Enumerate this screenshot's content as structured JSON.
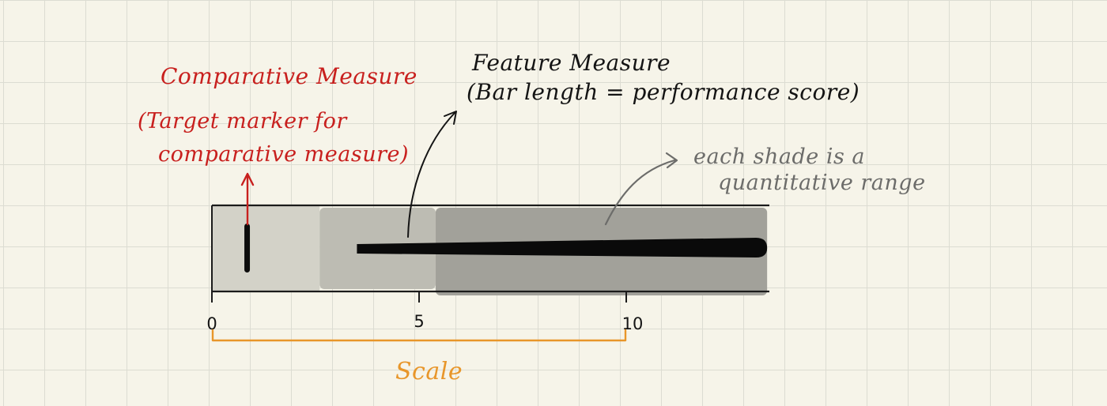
{
  "annotations": {
    "comparative_title": "Comparative Measure",
    "comparative_line1": "(Target marker for",
    "comparative_line2": "comparative measure)",
    "feature_title": "Feature Measure",
    "feature_desc": "(Bar length = performance score)",
    "shade_line1": "each shade is a",
    "shade_line2": "quantitative range",
    "scale_label": "Scale"
  },
  "chart_data": {
    "type": "bullet",
    "xlim": [
      0,
      10
    ],
    "ticks": [
      "0",
      "5",
      "10"
    ],
    "ranges": [
      {
        "from": 0,
        "to": 2.6,
        "color": "#d3d2c8"
      },
      {
        "from": 2.6,
        "to": 5.4,
        "color": "#bdbcb3"
      },
      {
        "from": 5.4,
        "to": 13.4,
        "color": "#a2a19a"
      }
    ],
    "feature_measure": {
      "from": 3.5,
      "to": 13.4,
      "color": "#0a0a0a"
    },
    "comparative_marker": 0.85
  },
  "colors": {
    "annotation_red": "#c8201e",
    "scale_orange": "#e8962a",
    "annotation_grey": "#6c6c6a",
    "ink": "#141414"
  }
}
